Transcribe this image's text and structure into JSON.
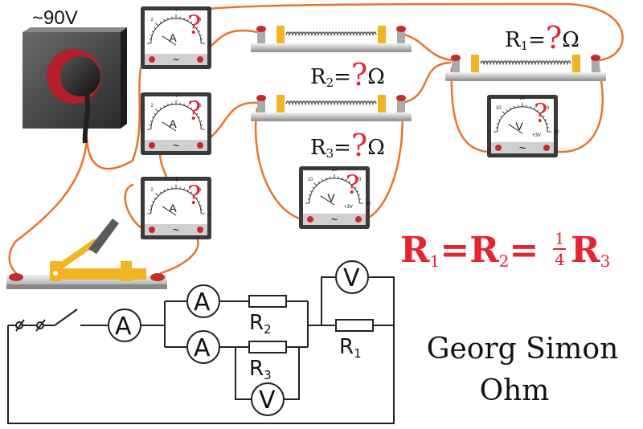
{
  "colors": {
    "wire": "#e8742a",
    "accent_red": "#e4252f",
    "knife_yellow": "#f2b424",
    "meter_dark": "#3a3a3a",
    "schematic": "#222222"
  },
  "source": {
    "voltage_label": "~90V"
  },
  "meters": {
    "ammeter_symbol": "A",
    "voltmeter_symbol": "V",
    "unknown_mark": "?",
    "ac_symbol": "~",
    "v_range_label": "+3V",
    "ammeter_scale": [
      "0",
      "2",
      "4",
      "6",
      "8"
    ],
    "voltmeter_scale": [
      "0",
      "10",
      "20",
      "30",
      "40"
    ]
  },
  "resistor_labels": {
    "r1_name": "R",
    "r1_sub": "1",
    "r2_name": "R",
    "r2_sub": "2",
    "r3_name": "R",
    "r3_sub": "3",
    "equals": "=",
    "unknown": "?",
    "unit": "Ω"
  },
  "equation": {
    "r1": "R",
    "r1_sub": "1",
    "eq1": "=",
    "r2": "R",
    "r2_sub": "2",
    "eq2": "=",
    "frac_num": "1",
    "frac_den": "4",
    "r3": "R",
    "r3_sub": "3"
  },
  "schematic": {
    "ammeter_symbol": "A",
    "voltmeter_symbol": "V",
    "r1_label": "R",
    "r1_sub": "1",
    "r2_label": "R",
    "r2_sub": "2",
    "r3_label": "R",
    "r3_sub": "3"
  },
  "caption": {
    "line1": "Georg Simon",
    "line2": "Ohm"
  }
}
